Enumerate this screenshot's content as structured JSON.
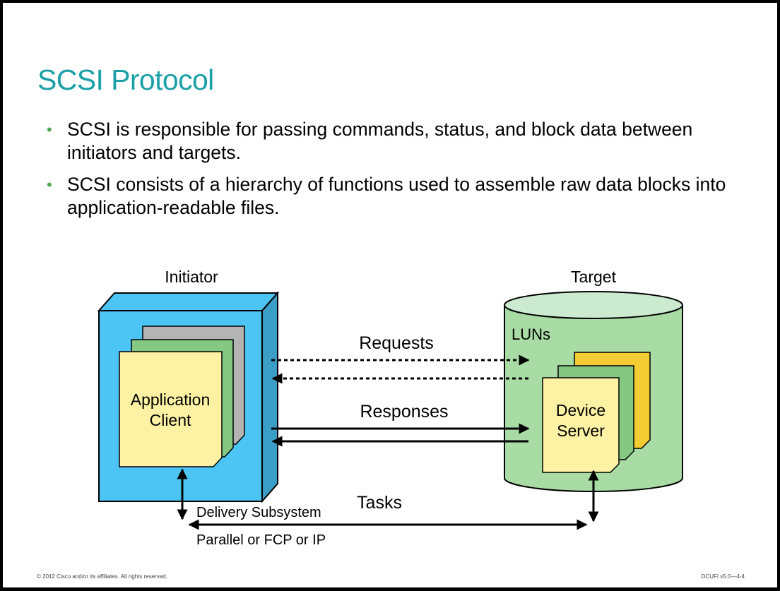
{
  "slide": {
    "title": "SCSI Protocol",
    "bullets": [
      "SCSI is responsible for passing commands, status, and block data between initiators and targets.",
      "SCSI consists of a hierarchy of functions used to assemble raw data blocks into application-readable files."
    ],
    "bullet_marker": "•"
  },
  "diagram": {
    "initiator_label": "Initiator",
    "target_label": "Target",
    "luns_label": "LUNs",
    "client_line1": "Application",
    "client_line2": "Client",
    "server_line1": "Device",
    "server_line2": "Server",
    "requests_label": "Requests",
    "responses_label": "Responses",
    "tasks_label": "Tasks",
    "delivery_label": "Delivery Subsystem",
    "transport_label": "Parallel or FCP or IP"
  },
  "footer": {
    "copyright": "© 2012 Cisco and/or its affiliates. All rights reserved.",
    "course_code": "DCUFI v5.0—4-4"
  },
  "colors": {
    "title": "#1ba0a8",
    "bullet_dot": "#4fa84f",
    "initiator_box": "#4cc4f4",
    "target_cylinder": "#a8dca4",
    "page_yellow": "#fdf2a4",
    "page_green": "#84c884",
    "page_gray": "#b4b4b4",
    "page_gold": "#f4cc34"
  }
}
